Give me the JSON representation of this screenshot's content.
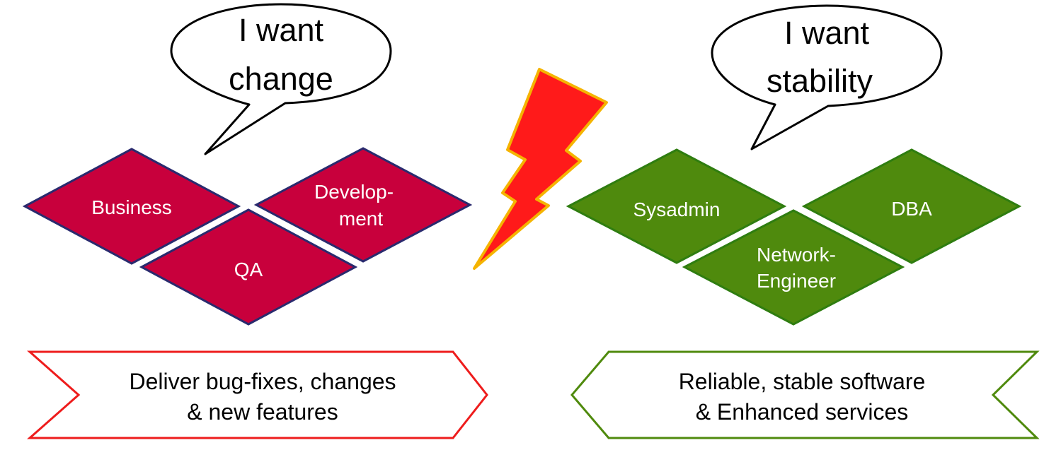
{
  "colors": {
    "change_team_fill": "#c8003c",
    "change_team_stroke": "#2a2a6e",
    "ops_team_fill": "#4f8a0d",
    "ops_team_stroke": "#2f7d10",
    "change_banner_stroke": "#ee1c1c",
    "ops_banner_stroke": "#4f8a0d",
    "lightning_fill": "#ff1a1a",
    "lightning_stroke": "#f5b400"
  },
  "left": {
    "bubble": {
      "line1": "I want",
      "line2": "change"
    },
    "teams": {
      "business": "Business",
      "development_line1": "Develop-",
      "development_line2": "ment",
      "qa": "QA"
    },
    "banner": {
      "line1": "Deliver bug-fixes, changes",
      "line2": "& new features"
    }
  },
  "right": {
    "bubble": {
      "line1": "I want",
      "line2": "stability"
    },
    "teams": {
      "sysadmin": "Sysadmin",
      "dba": "DBA",
      "network_line1": "Network-",
      "network_line2": "Engineer"
    },
    "banner": {
      "line1": "Reliable, stable software",
      "line2": "& Enhanced services"
    }
  },
  "center": {
    "icon": "lightning-bolt-icon"
  }
}
